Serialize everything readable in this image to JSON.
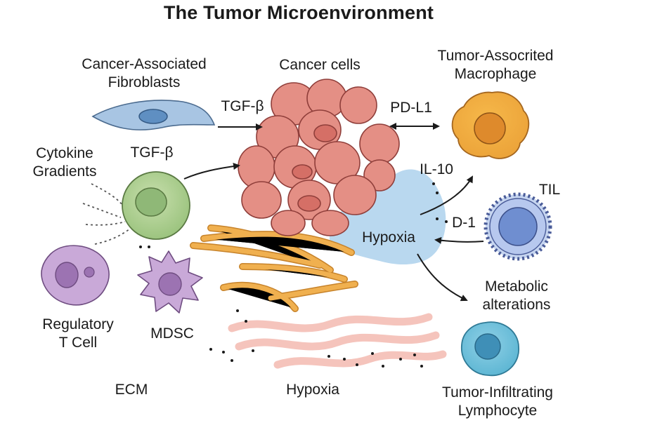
{
  "title": "The Tumor Microenvironment",
  "labels": {
    "caf": "Cancer-Associated\nFibroblasts",
    "cancer_cells": "Cancer cells",
    "tam": "Tumor-Assocrited\nMacrophage",
    "tgf_top": "TGF-β",
    "tgf_left": "TGF-β",
    "pdl1": "PD-L1",
    "cytokine": "Cytokine\nGradients",
    "il10": "IL-10",
    "til": "TIL",
    "d1": "D-1",
    "hypoxia_center": "Hypoxia",
    "metabolic": "Metabolic\nalterations",
    "treg": "Regulatory\nT Cell",
    "mdsc": "MDSC",
    "ecm": "ECM",
    "hypoxia_bottom": "Hypoxia",
    "tumor_infiltrating": "Tumor-Infiltrating\nLymphocyte"
  }
}
